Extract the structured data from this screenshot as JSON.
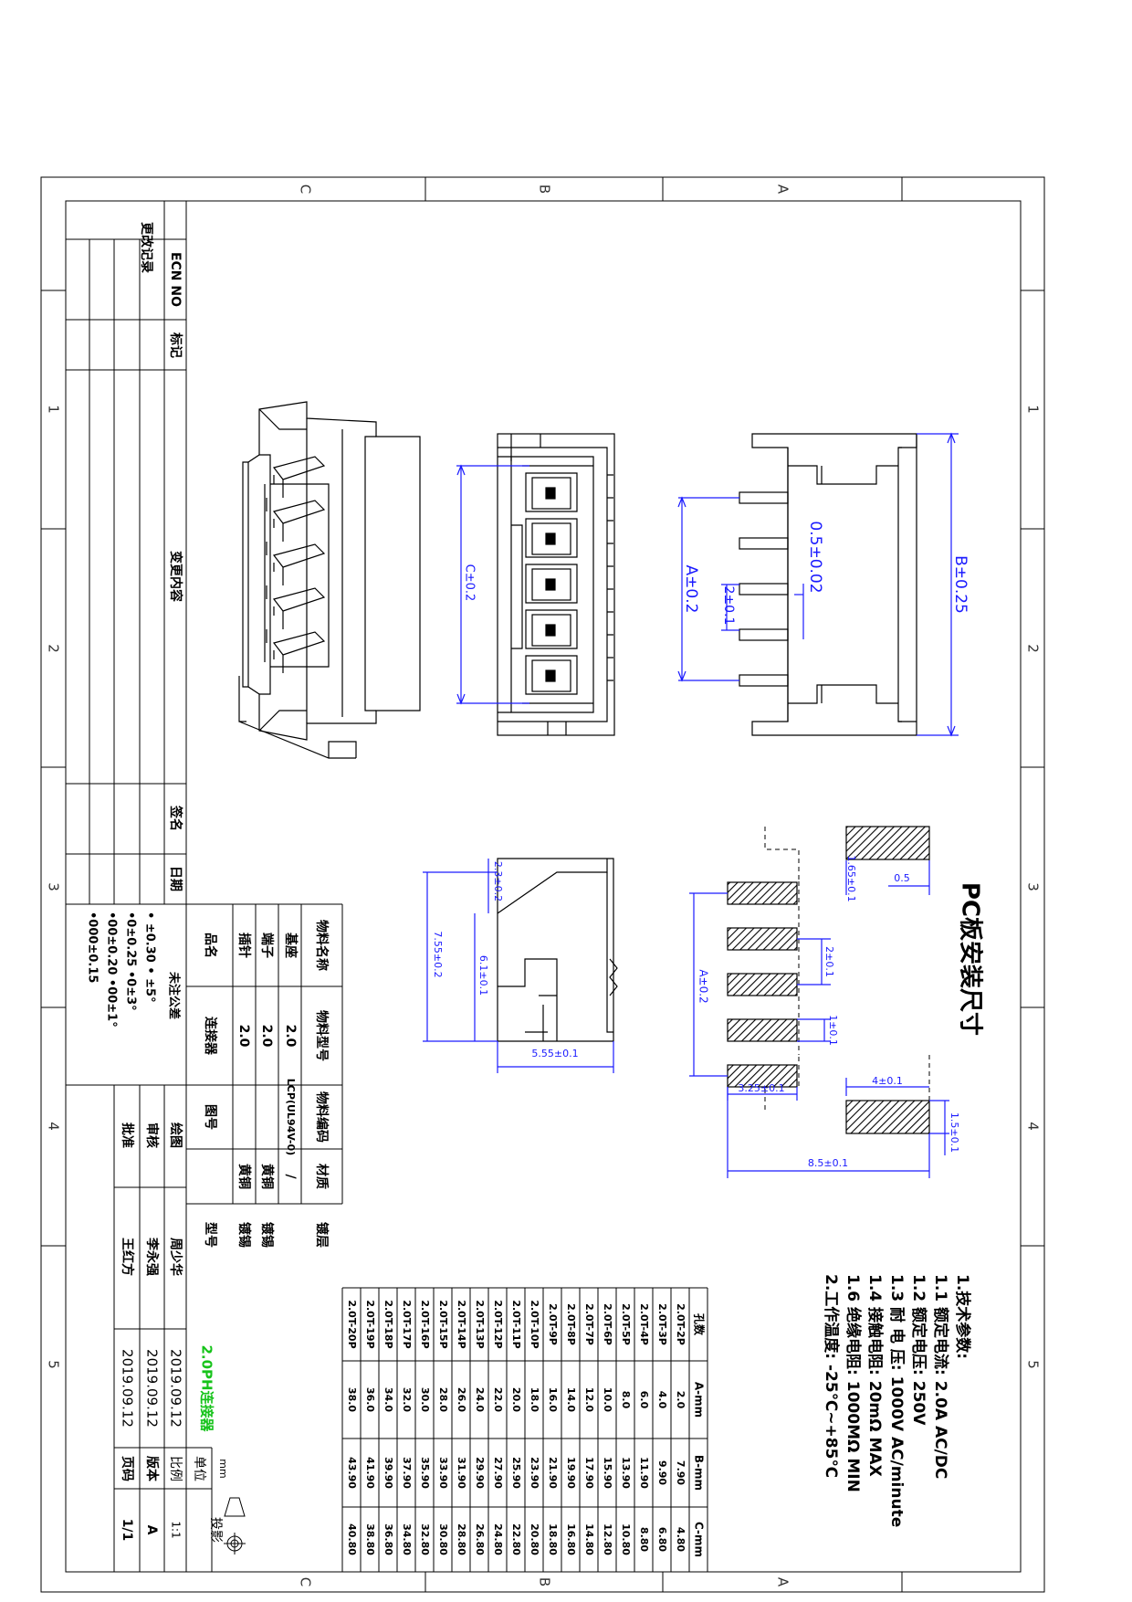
{
  "zone_letters": [
    "C",
    "B",
    "A"
  ],
  "zone_numbers": [
    "1",
    "2",
    "3",
    "4",
    "5"
  ],
  "revision_block": {
    "side_label": "更改记录",
    "ecn_label": "ECN NO",
    "mark_label": "标记",
    "content_label": "变更内容",
    "sign_label": "签名",
    "date_label": "日期"
  },
  "tolerance": {
    "title": "未注公差",
    "lines": [
      "• ±0.30   • ±5°",
      "•0±0.25   •0±3°",
      "•00±0.20  •00±1°",
      "•000±0.15"
    ]
  },
  "material_table": {
    "headers": [
      "物料名称",
      "物料型号",
      "物料编码",
      "材质",
      "镀层"
    ],
    "rows": [
      [
        "基座",
        "2.0",
        "LCP(UL94V-0)",
        "/",
        ""
      ],
      [
        "端子",
        "2.0",
        "",
        "黄铜",
        "镀锡"
      ],
      [
        "插针",
        "2.0",
        "",
        "黄铜",
        "镀锡"
      ]
    ],
    "name_label": "品名",
    "name_value": "连接器",
    "drawing_no_label": "图号",
    "model_label": "型号"
  },
  "signatures": [
    {
      "role": "绘图",
      "name": "周少华",
      "date": "2019.09.12"
    },
    {
      "role": "审核",
      "name": "李永强",
      "date": "2019.09.12"
    },
    {
      "role": "批准",
      "name": "王红方",
      "date": "2019.09.12"
    }
  ],
  "title_block": {
    "product": "2.0PH连接器",
    "scale_label": "比例",
    "scale_value": "1:1",
    "version_label": "版本",
    "version_value": "A",
    "page_label": "页码",
    "page_value": "1/1",
    "unit_label": "单位",
    "unit_value": "mm",
    "projection_label": "投影"
  },
  "dimensions": {
    "b": "B±0.25",
    "a": "A±0.2",
    "pin_width": "0.5±0.02",
    "pitch": "2±0.1",
    "c": "C±0.2",
    "side_height": "7.55±0.2",
    "side_inner": "6.1±0.1",
    "side_top": "2.3±0.2",
    "side_depth": "5.55±0.1",
    "pcb_pad": "0.5",
    "pcb_pad2": "1.65±0.1",
    "pcb_pitch": "2±0.1",
    "pcb_a": "A±0.2",
    "pcb_width": "1±0.1",
    "pcb_b": "3.25±0.1",
    "pcb_c": "4±0.1",
    "pcb_d": "1.5±0.1",
    "pcb_total": "8.5±0.1"
  },
  "pcb_title": "PC板安装尺寸",
  "specs": {
    "title": "1.技术参数:",
    "lines": [
      "1.1 额定电流: 2.0A AC/DC",
      "1.2 额定电压: 250V",
      "1.3 耐 电 压: 1000V AC/minute",
      "1.4 接触电阻: 20mΩ MAX",
      "1.6 绝缘电阻: 1000MΩ MIN",
      "2.工作温度: -25℃~+85℃"
    ]
  },
  "dim_table": {
    "headers": [
      "孔数",
      "A-mm",
      "B-mm",
      "C-mm"
    ],
    "rows": [
      [
        "2.0T-2P",
        "2.0",
        "7.90",
        "4.80"
      ],
      [
        "2.0T-3P",
        "4.0",
        "9.90",
        "6.80"
      ],
      [
        "2.0T-4P",
        "6.0",
        "11.90",
        "8.80"
      ],
      [
        "2.0T-5P",
        "8.0",
        "13.90",
        "10.80"
      ],
      [
        "2.0T-6P",
        "10.0",
        "15.90",
        "12.80"
      ],
      [
        "2.0T-7P",
        "12.0",
        "17.90",
        "14.80"
      ],
      [
        "2.0T-8P",
        "14.0",
        "19.90",
        "16.80"
      ],
      [
        "2.0T-9P",
        "16.0",
        "21.90",
        "18.80"
      ],
      [
        "2.0T-10P",
        "18.0",
        "23.90",
        "20.80"
      ],
      [
        "2.0T-11P",
        "20.0",
        "25.90",
        "22.80"
      ],
      [
        "2.0T-12P",
        "22.0",
        "27.90",
        "24.80"
      ],
      [
        "2.0T-13P",
        "24.0",
        "29.90",
        "26.80"
      ],
      [
        "2.0T-14P",
        "26.0",
        "31.90",
        "28.80"
      ],
      [
        "2.0T-15P",
        "28.0",
        "33.90",
        "30.80"
      ],
      [
        "2.0T-16P",
        "30.0",
        "35.90",
        "32.80"
      ],
      [
        "2.0T-17P",
        "32.0",
        "37.90",
        "34.80"
      ],
      [
        "2.0T-18P",
        "34.0",
        "39.90",
        "36.80"
      ],
      [
        "2.0T-19P",
        "36.0",
        "41.90",
        "38.80"
      ],
      [
        "2.0T-20P",
        "38.0",
        "43.90",
        "40.80"
      ]
    ]
  }
}
